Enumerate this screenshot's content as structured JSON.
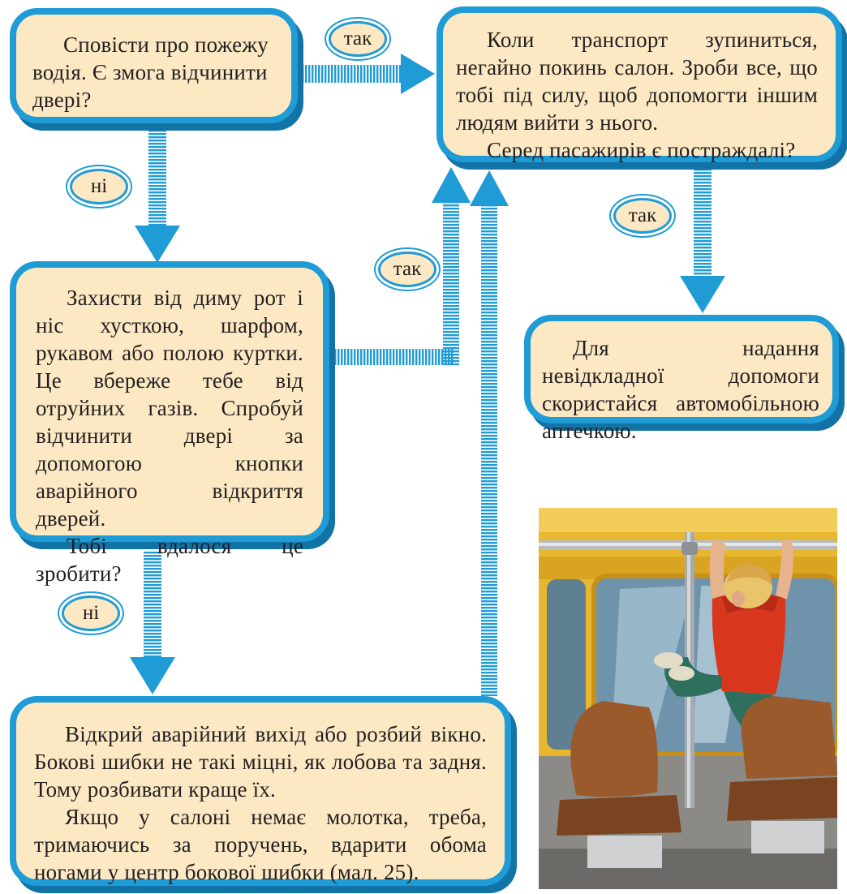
{
  "boxes": {
    "b1": [
      "Сповісти про пожежу водія. Є змога відчинити двері?"
    ],
    "b2": [
      "Коли транспорт зупиниться, негайно покинь салон. Зроби все, що тобі під силу, щоб допомогти іншим людям вийти з нього.",
      "Серед пасажирів є постраждалі?"
    ],
    "b3": [
      "Захисти від диму рот і ніс хусткою, шарфом, рукавом або полою куртки. Це вбереже тебе від отруйних газів. Спробуй відчинити двері за допомогою кнопки аварійного відкриття дверей.",
      "Тобі вдалося це зробити?"
    ],
    "b4": [
      "Для надання невідкладної допомоги скористайся автомобільною аптечкою."
    ],
    "b5": [
      "Відкрий аварійний вихід або розбий вікно. Бокові шибки не такі міцні, як лобова та задня. Тому розбивати краще їх.",
      "Якщо у салоні немає молотка, треба, тримаючись за поручень, вдарити обома ногами у центр бокової шибки (мал. 25)."
    ]
  },
  "labels": {
    "yes_top": "так",
    "no_1": "ні",
    "yes_right": "так",
    "yes_mid": "так",
    "no_2": "ні"
  },
  "colors": {
    "box_fill": "#fce9c4",
    "box_border": "#1f9bd6",
    "arrow": "#1f9bd6"
  }
}
